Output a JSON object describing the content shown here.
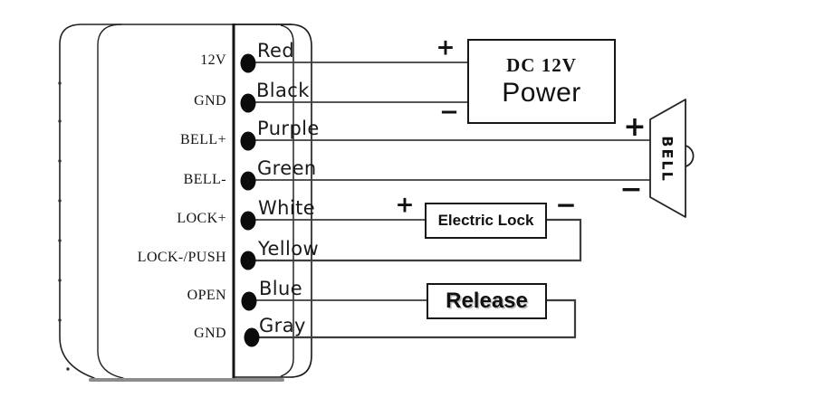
{
  "terminals": [
    {
      "label": "12V",
      "wire": "Red"
    },
    {
      "label": "GND",
      "wire": "Black"
    },
    {
      "label": "BELL+",
      "wire": "Purple"
    },
    {
      "label": "BELL-",
      "wire": "Green"
    },
    {
      "label": "LOCK+",
      "wire": "White"
    },
    {
      "label": "LOCK-/PUSH",
      "wire": "Yellow"
    },
    {
      "label": "OPEN",
      "wire": "Blue"
    },
    {
      "label": "GND",
      "wire": "Gray"
    }
  ],
  "power": {
    "line1": "DC 12V",
    "line2": "Power"
  },
  "lock": {
    "label": "Electric Lock"
  },
  "release": {
    "label": "Release"
  },
  "bell": {
    "label": "BELL"
  },
  "polarity": {
    "plus": "+",
    "minus": "−"
  },
  "colors": {
    "wire": "#3d3d3d",
    "outline": "#222222",
    "bottom_shadow": "#8c8c8c",
    "background": "#ffffff",
    "text": "#111111"
  }
}
